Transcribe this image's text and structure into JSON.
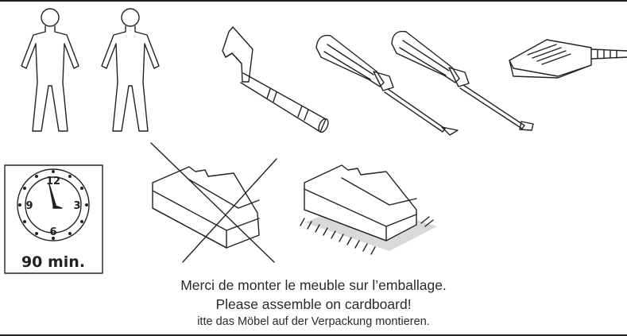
{
  "instructions": {
    "line_fr": "Merci de monter le meuble sur l’emballage.",
    "line_en": "Please assemble on cardboard!",
    "line_de": "itte das Möbel auf der Verpackung montieren."
  },
  "timer": {
    "label": "90 min.",
    "dial_12": "12",
    "dial_3": "3",
    "dial_6": "6",
    "dial_9": "9"
  },
  "icons": {
    "people": [
      "person-icon",
      "person-icon"
    ],
    "tools": [
      "hammer-icon",
      "phillips-screwdriver-icon",
      "flat-screwdriver-icon",
      "power-tool-icon"
    ],
    "assembly": [
      "assembly-not-on-floor-icon",
      "assembly-on-cardboard-icon"
    ]
  },
  "colors": {
    "line": "#222222",
    "cardboard": "#d9d9d9"
  }
}
